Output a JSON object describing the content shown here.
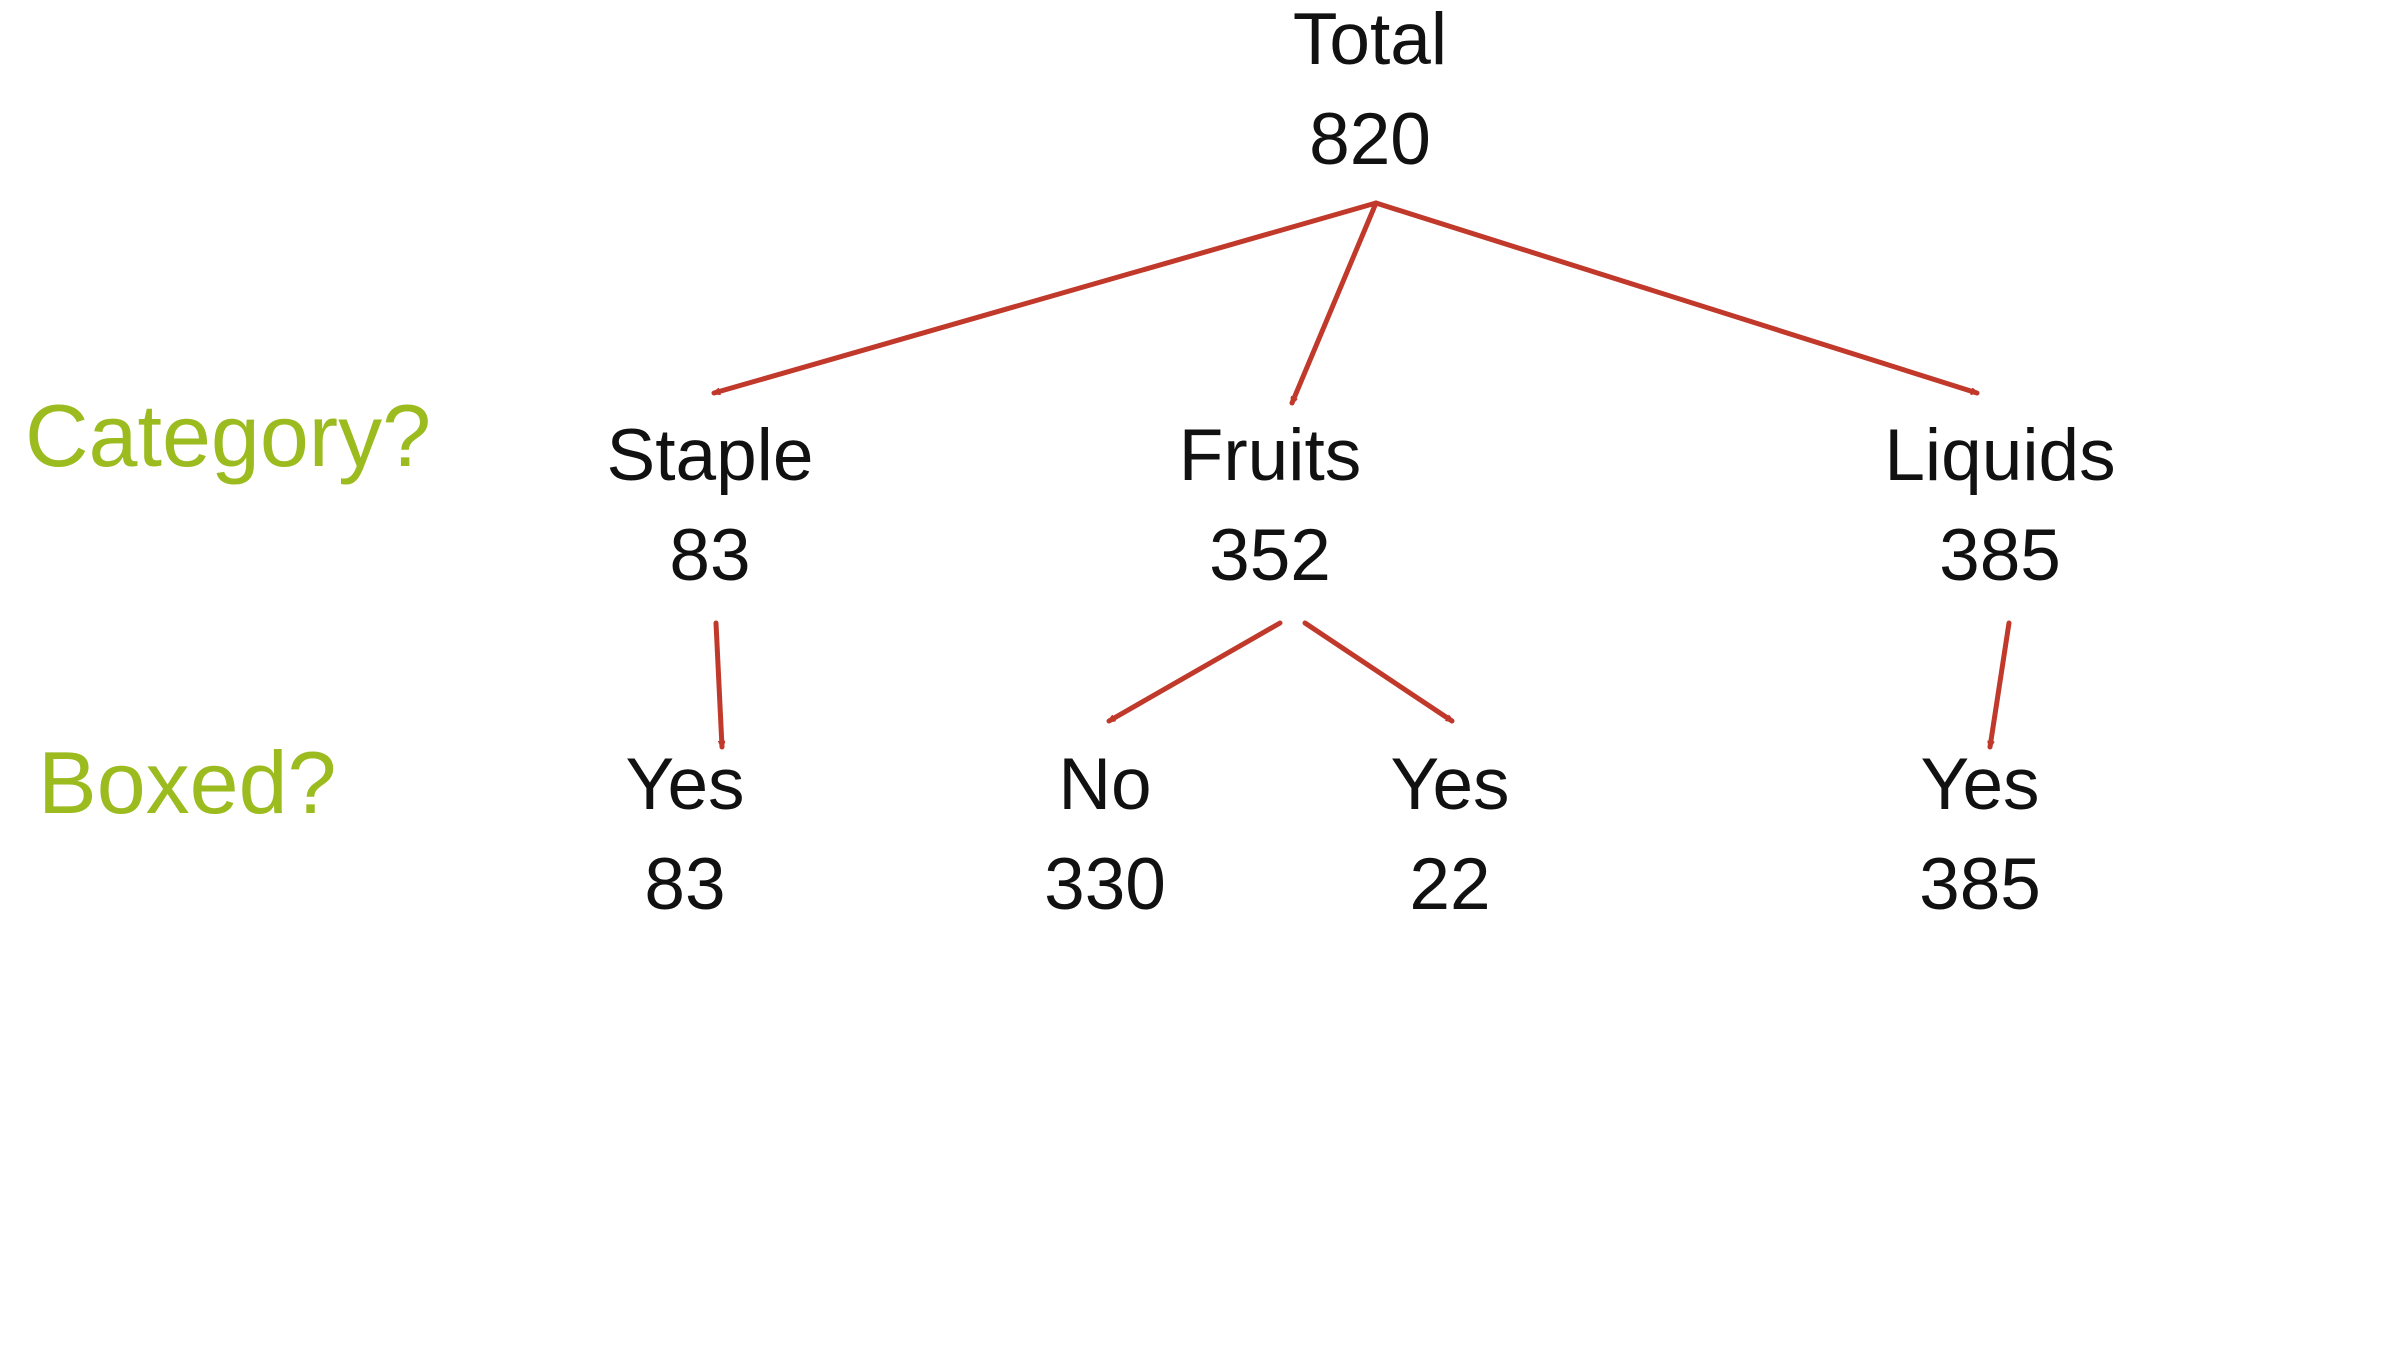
{
  "colors": {
    "background": "#ffffff",
    "text": "#111111",
    "question": "#9bbb1f",
    "arrow": "#c0392b"
  },
  "questions": {
    "category": "Category?",
    "boxed": "Boxed?"
  },
  "tree": {
    "root": {
      "label": "Total",
      "count": "820"
    },
    "categories": [
      {
        "label": "Staple",
        "count": "83"
      },
      {
        "label": "Fruits",
        "count": "352"
      },
      {
        "label": "Liquids",
        "count": "385"
      }
    ],
    "boxed": [
      {
        "label": "Yes",
        "count": "83"
      },
      {
        "label": "No",
        "count": "330"
      },
      {
        "label": "Yes",
        "count": "22"
      },
      {
        "label": "Yes",
        "count": "385"
      }
    ]
  }
}
